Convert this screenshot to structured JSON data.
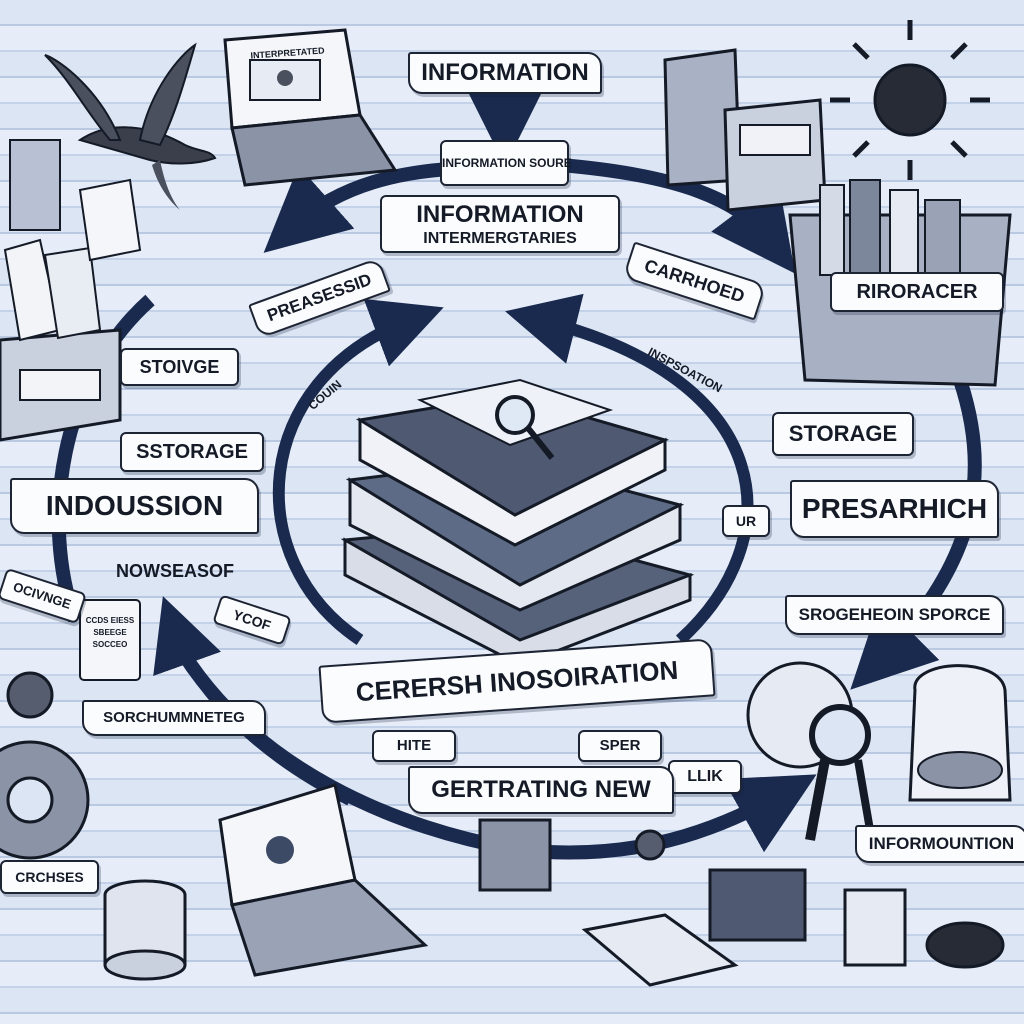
{
  "labels": {
    "information": "INFORMATION",
    "information_source": "INFORMATION SOURE",
    "information_intermediaries_line1": "INFORMATION",
    "information_intermediaries_line2": "INTERMERGTARIES",
    "carrhoed": "CARRHOED",
    "preasessid": "PREASESSID",
    "stoivge": "STOIVGE",
    "sstorage": "SSTORAGE",
    "storage": "STORAGE",
    "indoussion": "INDOUSSION",
    "presarhich": "PRESARHICH",
    "riroracer": "RIRORACER",
    "nowseasof": "NOWSEASOF",
    "inspsoation": "INSPSOATION",
    "couin": "COUIN",
    "ur": "UR",
    "ycof": "YCOF",
    "ocivnge": "OCIVNGE",
    "sorchummneteg": "SORCHUMMNETEG",
    "sroeheoin_sporce": "SROGEHEOIN SPORCE",
    "cerersh_inosoiration": "CERERSH INOSOIRATION",
    "hite": "HITE",
    "sper": "SPER",
    "llik": "LLIK",
    "gertrating_new": "GERTRATING NEW",
    "informountion": "INFORMOUNTION",
    "crchses": "CRCHSES",
    "laptop_screen_caption": "INTERPRETATED",
    "cards_text": "CCDS EIESS SBEEGE SOCCEO"
  },
  "colors": {
    "ink": "#141a26",
    "arrow": "#1a2a4e",
    "board": "#dbe5f4"
  }
}
